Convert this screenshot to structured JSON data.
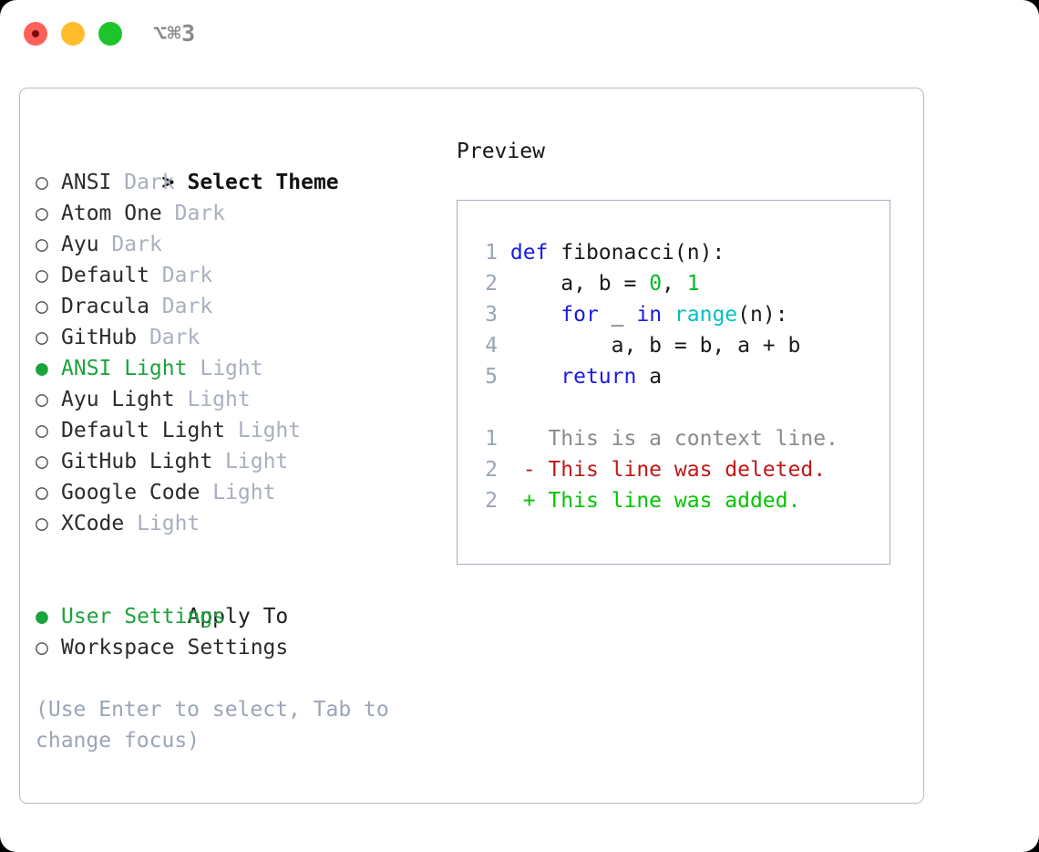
{
  "titlebar": {
    "shortcut": "⌥⌘3",
    "buttons": [
      {
        "name": "close",
        "color": "#ff6059"
      },
      {
        "name": "minimize",
        "color": "#ffbd2e"
      },
      {
        "name": "zoom",
        "color": "#1fc42c"
      }
    ]
  },
  "left": {
    "header_marker": ">",
    "header_label": "Select Theme",
    "themes": [
      {
        "marker": "○",
        "name": "ANSI",
        "variant": "Dark",
        "selected": false
      },
      {
        "marker": "○",
        "name": "Atom One",
        "variant": "Dark",
        "selected": false
      },
      {
        "marker": "○",
        "name": "Ayu",
        "variant": "Dark",
        "selected": false
      },
      {
        "marker": "○",
        "name": "Default",
        "variant": "Dark",
        "selected": false
      },
      {
        "marker": "○",
        "name": "Dracula",
        "variant": "Dark",
        "selected": false
      },
      {
        "marker": "○",
        "name": "GitHub",
        "variant": "Dark",
        "selected": false
      },
      {
        "marker": "●",
        "name": "ANSI Light",
        "variant": "Light",
        "selected": true
      },
      {
        "marker": "○",
        "name": "Ayu Light",
        "variant": "Light",
        "selected": false
      },
      {
        "marker": "○",
        "name": "Default Light",
        "variant": "Light",
        "selected": false
      },
      {
        "marker": "○",
        "name": "GitHub Light",
        "variant": "Light",
        "selected": false
      },
      {
        "marker": "○",
        "name": "Google Code",
        "variant": "Light",
        "selected": false
      },
      {
        "marker": "○",
        "name": "XCode",
        "variant": "Light",
        "selected": false
      }
    ],
    "apply_to_label": "Apply To",
    "apply_to": [
      {
        "marker": "●",
        "name": "User Settings",
        "selected": true
      },
      {
        "marker": "○",
        "name": "Workspace Settings",
        "selected": false
      }
    ],
    "hint": "(Use Enter to select, Tab to change focus)"
  },
  "right": {
    "preview_label": "Preview",
    "code_lines": [
      {
        "no": "1",
        "segments": [
          {
            "t": "def ",
            "c": "kw"
          },
          {
            "t": "fibonacci(n):",
            "c": "txt"
          }
        ]
      },
      {
        "no": "2",
        "segments": [
          {
            "t": "    a, b = ",
            "c": "txt"
          },
          {
            "t": "0",
            "c": "num"
          },
          {
            "t": ", ",
            "c": "txt"
          },
          {
            "t": "1",
            "c": "num"
          }
        ]
      },
      {
        "no": "3",
        "segments": [
          {
            "t": "    ",
            "c": "txt"
          },
          {
            "t": "for",
            "c": "kw"
          },
          {
            "t": " _ ",
            "c": "txt"
          },
          {
            "t": "in",
            "c": "kw"
          },
          {
            "t": " ",
            "c": "txt"
          },
          {
            "t": "range",
            "c": "fn"
          },
          {
            "t": "(n):",
            "c": "txt"
          }
        ]
      },
      {
        "no": "4",
        "segments": [
          {
            "t": "        a, b = b, a + b",
            "c": "txt"
          }
        ]
      },
      {
        "no": "5",
        "segments": [
          {
            "t": "    ",
            "c": "txt"
          },
          {
            "t": "return",
            "c": "kw"
          },
          {
            "t": " a",
            "c": "txt"
          }
        ]
      }
    ],
    "diff_lines": [
      {
        "no": "1",
        "segments": [
          {
            "t": "   This is a context line.",
            "c": "ctx"
          }
        ]
      },
      {
        "no": "2",
        "segments": [
          {
            "t": " - This line was deleted.",
            "c": "del"
          }
        ]
      },
      {
        "no": "2",
        "segments": [
          {
            "t": " + This line was added.",
            "c": "add"
          }
        ]
      }
    ]
  }
}
